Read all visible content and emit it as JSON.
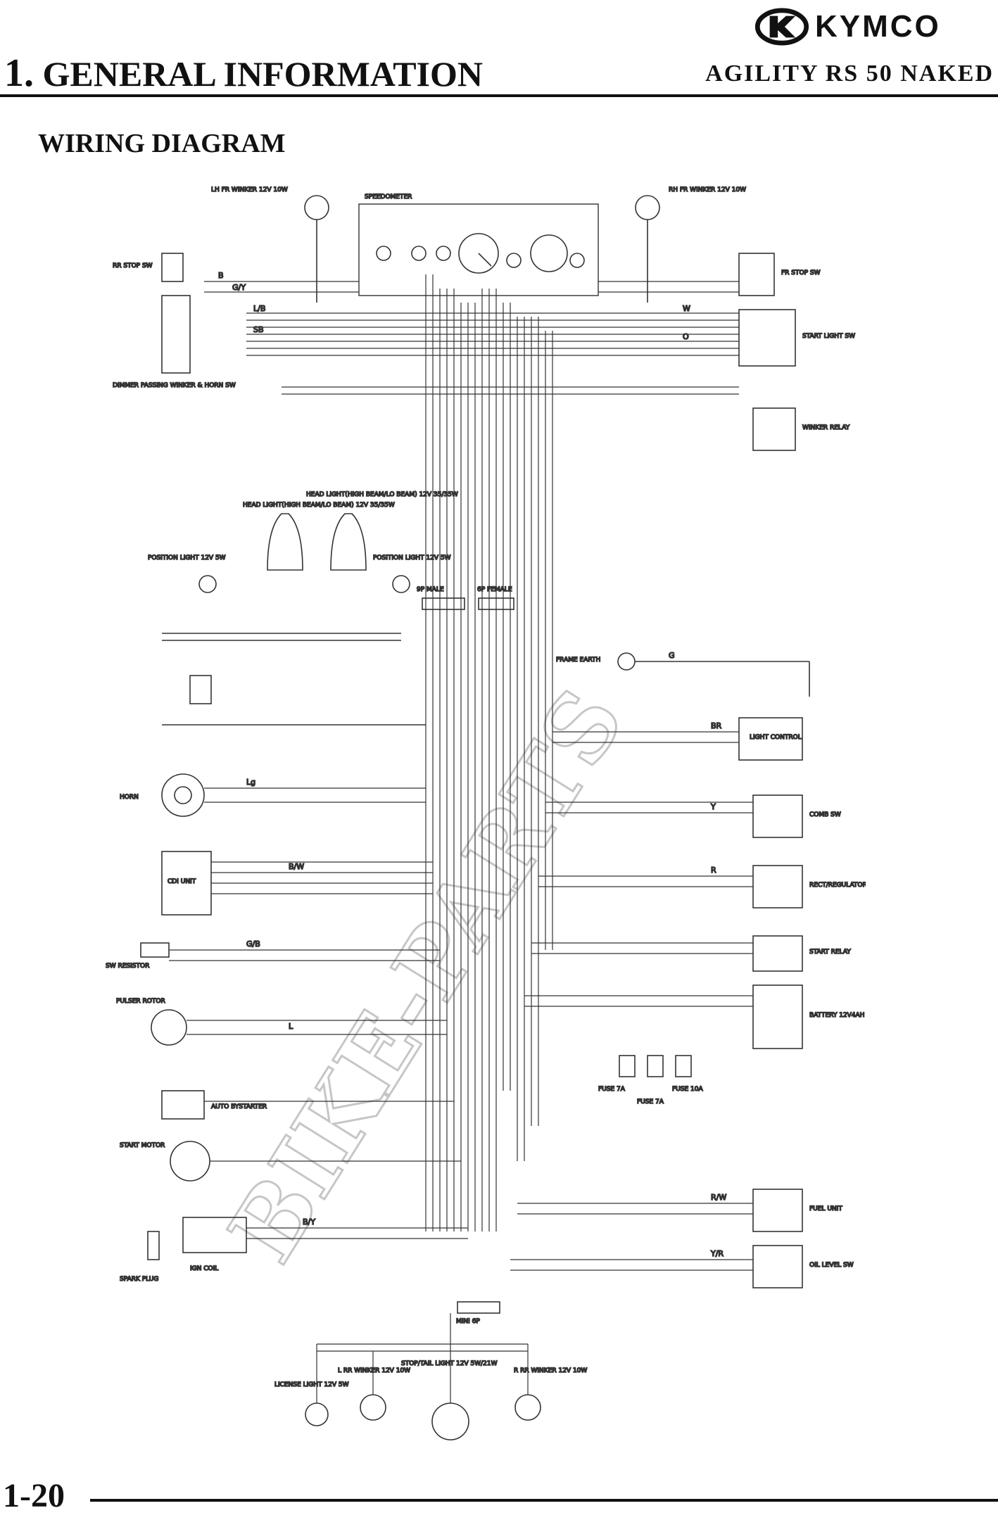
{
  "header": {
    "brand": "KYMCO",
    "section_number": "1.",
    "section_title": "GENERAL INFORMATION",
    "model": "AGILITY RS 50 NAKED"
  },
  "diagram": {
    "heading": "WIRING DIAGRAM",
    "components_left": [
      "LH FR WINKER 12V 10W",
      "SPEEDOMETER",
      "RR STOP SW",
      "DIMMER PASSING WINKER & HORN SW",
      "POSITION LIGHT 12V 5W",
      "HEAD LIGHT(HIGH BEAM/LO BEAM) 12V 35/35W",
      "HEAD LIGHT(HIGH BEAM/LO BEAM) 12V 35/35W",
      "POSITION LIGHT 12V 5W",
      "HORN",
      "CDI UNIT",
      "SW RESISTOR",
      "PULSER ROTOR",
      "AUTO BYSTARTER",
      "START MOTOR",
      "IGN COIL",
      "SPARK PLUG"
    ],
    "components_right": [
      "RH FR WINKER 12V 10W",
      "FR STOP SW",
      "START LIGHT SW",
      "WINKER RELAY",
      "FRAME EARTH",
      "LIGHT CONTROL",
      "COMB SW",
      "RECT/REGULATOR",
      "START RELAY",
      "BATTERY 12V4AH",
      "FUSE 7A",
      "FUSE 7A",
      "FUSE 10A",
      "FUEL UNIT",
      "OIL LEVEL SW"
    ],
    "components_bottom": [
      "LICENSE LIGHT 12V 5W",
      "L RR WINKER 12V 10W",
      "STOP/TAIL LIGHT 12V 5W/21W",
      "R RR WINKER 12V 10W"
    ],
    "connectors": [
      "9P MALE",
      "6P FEMALE",
      "MINI 6P"
    ],
    "wire_codes": [
      "B",
      "G/Y",
      "L/B",
      "SB",
      "W",
      "O",
      "G",
      "BR",
      "Y",
      "R",
      "B/W",
      "L",
      "Lg",
      "G/B",
      "B/Y",
      "R/W",
      "Y/R"
    ],
    "watermark": "BIKE-PARTS"
  },
  "footer": {
    "page_number": "1-20"
  }
}
